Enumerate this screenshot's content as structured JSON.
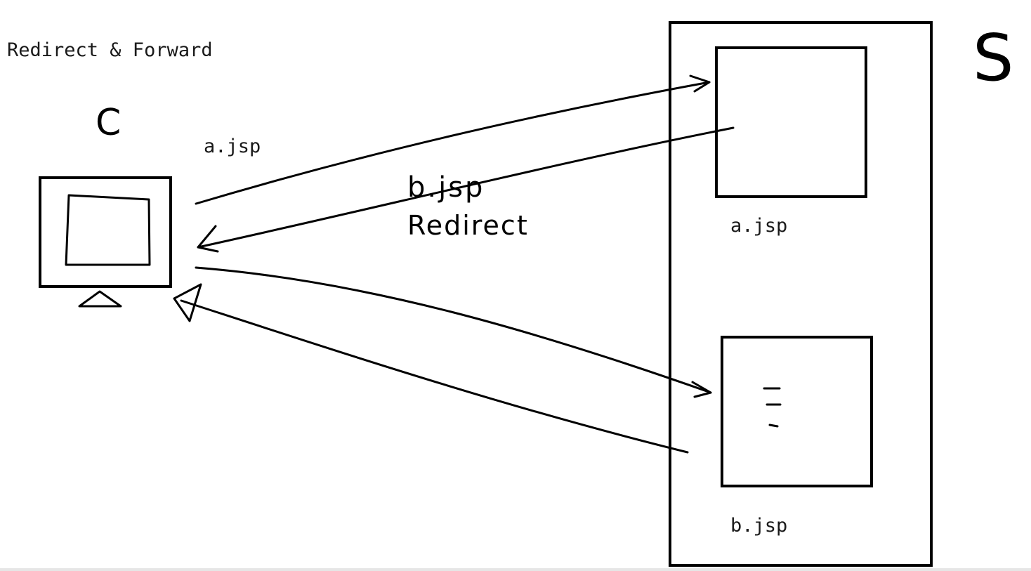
{
  "title": "Redirect & Forward",
  "client_label": "C",
  "server_label": "S",
  "request_label": "a.jsp",
  "redirect_note": {
    "line1": "b.jsp",
    "line2": "Redirect"
  },
  "server_pages": [
    {
      "name": "a.jsp"
    },
    {
      "name": "b.jsp"
    }
  ]
}
